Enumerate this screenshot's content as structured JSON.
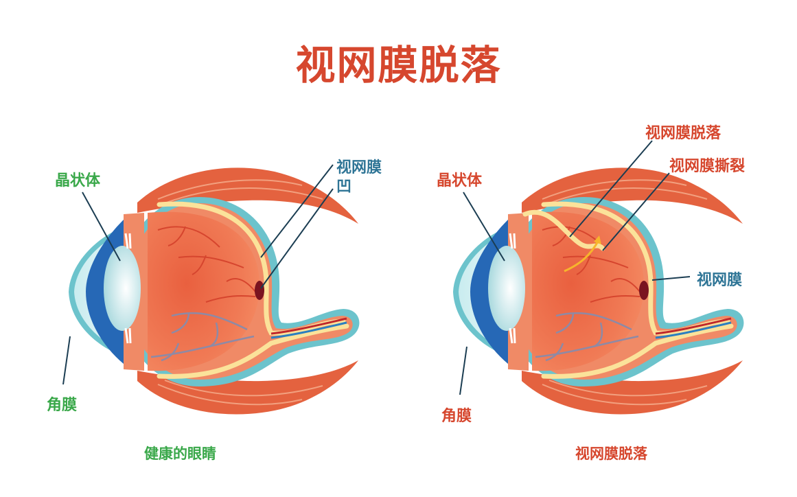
{
  "title": "视网膜脱落",
  "left_eye": {
    "lens_label": "晶状体",
    "retina_label_line1": "视网膜",
    "retina_label_line2": "凹",
    "cornea_label": "角膜",
    "caption": "健康的眼睛"
  },
  "right_eye": {
    "lens_label": "晶状体",
    "detachment_label": "视网膜脱落",
    "tear_label": "视网膜撕裂",
    "retina_label": "视网膜",
    "cornea_label": "角膜",
    "caption": "视网膜脱落"
  },
  "colors": {
    "title": "#d6472e",
    "green_label": "#3aa84a",
    "blue_label": "#2f7596",
    "sclera": "#6cc3cc",
    "muscle": "#e4623f",
    "retina": "#fbe29a"
  }
}
